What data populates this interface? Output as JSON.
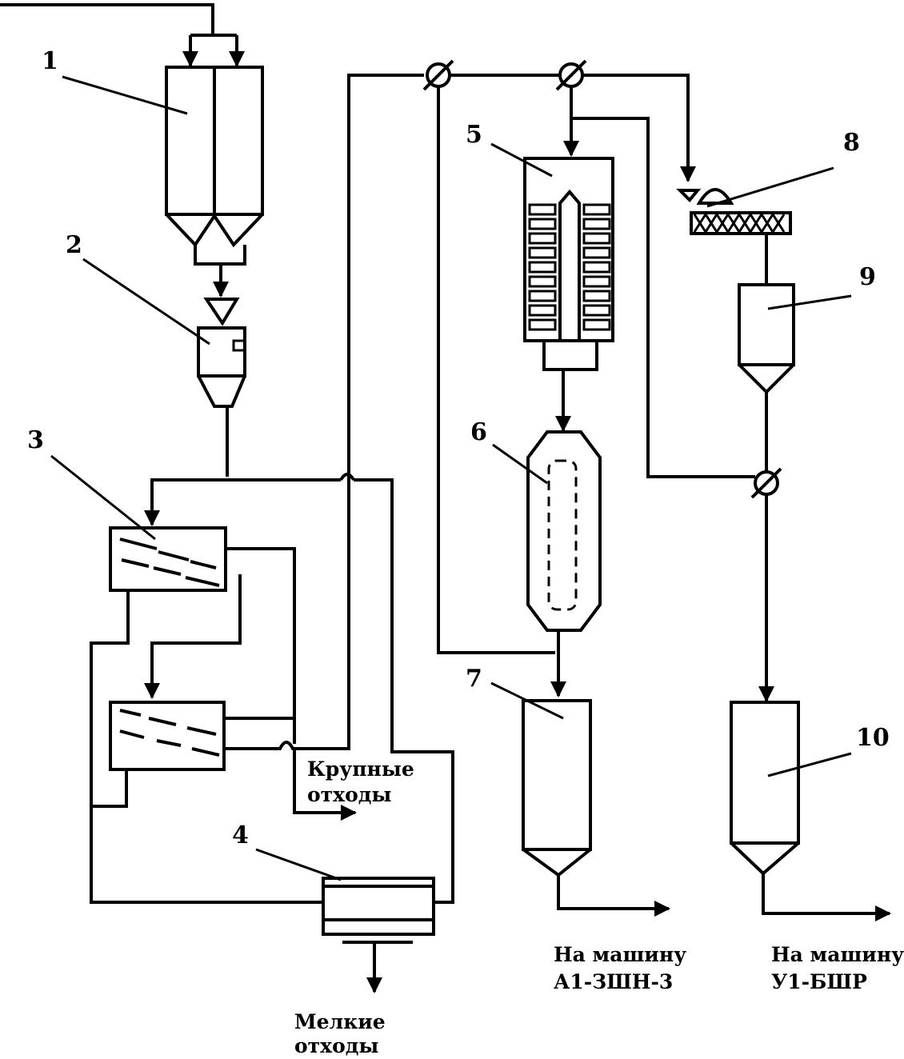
{
  "labels": {
    "n1": "1",
    "n2": "2",
    "n3": "3",
    "n4": "4",
    "n5": "5",
    "n6": "6",
    "n7": "7",
    "n8": "8",
    "n9": "9",
    "n10": "10"
  },
  "captions": {
    "coarse_line1": "Крупные",
    "coarse_line2": "отходы",
    "fine_line1": "Мелкие",
    "fine_line2": "отходы",
    "dest_a_line1": "На машину",
    "dest_a_line2": "А1-ЗШН-3",
    "dest_b_line1": "На машину",
    "dest_b_line2": "У1-БШР"
  },
  "colors": {
    "ink": "#000000",
    "paper": "#ffffff"
  }
}
